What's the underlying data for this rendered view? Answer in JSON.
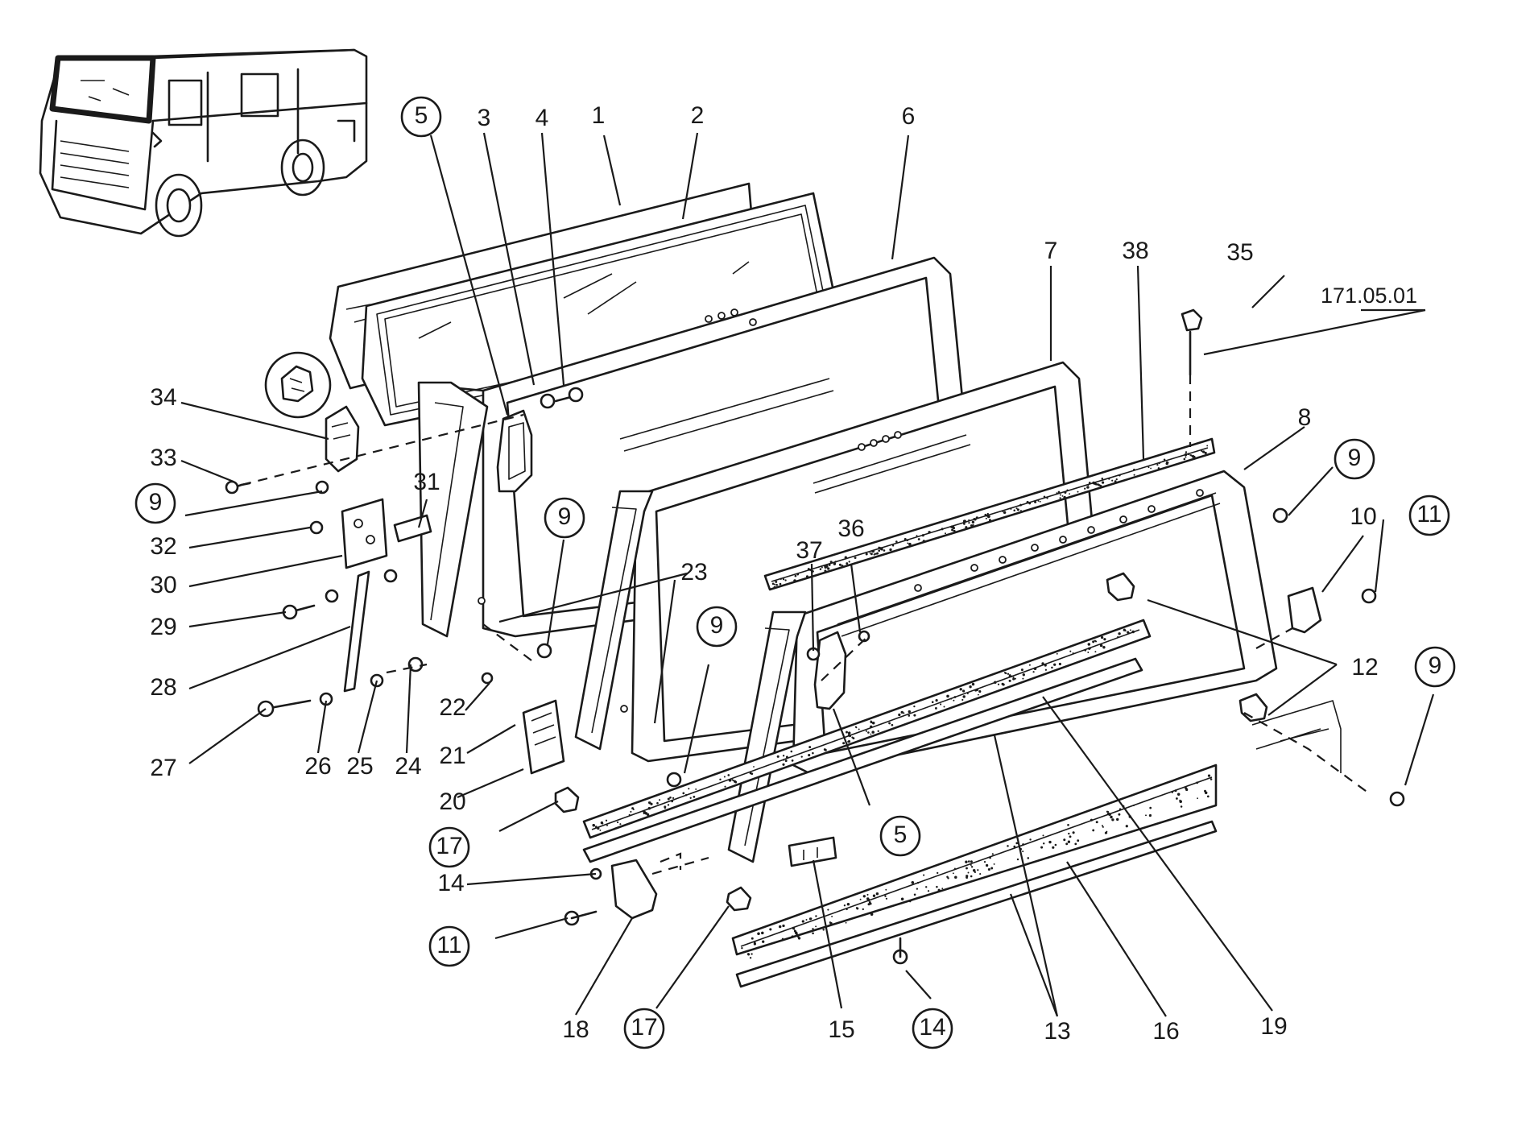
{
  "diagram": {
    "reference_number": "171.05.01",
    "callouts": [
      {
        "id": "c1",
        "label": "1",
        "circled": false
      },
      {
        "id": "c2",
        "label": "2",
        "circled": false
      },
      {
        "id": "c3",
        "label": "3",
        "circled": false
      },
      {
        "id": "c4",
        "label": "4",
        "circled": false
      },
      {
        "id": "c5a",
        "label": "5",
        "circled": true
      },
      {
        "id": "c5b",
        "label": "5",
        "circled": true
      },
      {
        "id": "c6",
        "label": "6",
        "circled": false
      },
      {
        "id": "c7",
        "label": "7",
        "circled": false
      },
      {
        "id": "c8",
        "label": "8",
        "circled": false
      },
      {
        "id": "c9a",
        "label": "9",
        "circled": true
      },
      {
        "id": "c9b",
        "label": "9",
        "circled": true
      },
      {
        "id": "c9c",
        "label": "9",
        "circled": true
      },
      {
        "id": "c9d",
        "label": "9",
        "circled": true
      },
      {
        "id": "c9e",
        "label": "9",
        "circled": true
      },
      {
        "id": "c10",
        "label": "10",
        "circled": false
      },
      {
        "id": "c11a",
        "label": "11",
        "circled": true
      },
      {
        "id": "c11b",
        "label": "11",
        "circled": true
      },
      {
        "id": "c12",
        "label": "12",
        "circled": false
      },
      {
        "id": "c13",
        "label": "13",
        "circled": false
      },
      {
        "id": "c14a",
        "label": "14",
        "circled": false
      },
      {
        "id": "c14b",
        "label": "14",
        "circled": true
      },
      {
        "id": "c15",
        "label": "15",
        "circled": false
      },
      {
        "id": "c16",
        "label": "16",
        "circled": false
      },
      {
        "id": "c17a",
        "label": "17",
        "circled": true
      },
      {
        "id": "c17b",
        "label": "17",
        "circled": true
      },
      {
        "id": "c18",
        "label": "18",
        "circled": false
      },
      {
        "id": "c19",
        "label": "19",
        "circled": false
      },
      {
        "id": "c20",
        "label": "20",
        "circled": false
      },
      {
        "id": "c21",
        "label": "21",
        "circled": false
      },
      {
        "id": "c22",
        "label": "22",
        "circled": false
      },
      {
        "id": "c23",
        "label": "23",
        "circled": false
      },
      {
        "id": "c24",
        "label": "24",
        "circled": false
      },
      {
        "id": "c25",
        "label": "25",
        "circled": false
      },
      {
        "id": "c26",
        "label": "26",
        "circled": false
      },
      {
        "id": "c27",
        "label": "27",
        "circled": false
      },
      {
        "id": "c28",
        "label": "28",
        "circled": false
      },
      {
        "id": "c29",
        "label": "29",
        "circled": false
      },
      {
        "id": "c30",
        "label": "30",
        "circled": false
      },
      {
        "id": "c31",
        "label": "31",
        "circled": false
      },
      {
        "id": "c32",
        "label": "32",
        "circled": false
      },
      {
        "id": "c33",
        "label": "33",
        "circled": false
      },
      {
        "id": "c34",
        "label": "34",
        "circled": false
      },
      {
        "id": "c35",
        "label": "35",
        "circled": false
      },
      {
        "id": "c36",
        "label": "36",
        "circled": false
      },
      {
        "id": "c37",
        "label": "37",
        "circled": false
      },
      {
        "id": "c38",
        "label": "38",
        "circled": false
      }
    ]
  }
}
